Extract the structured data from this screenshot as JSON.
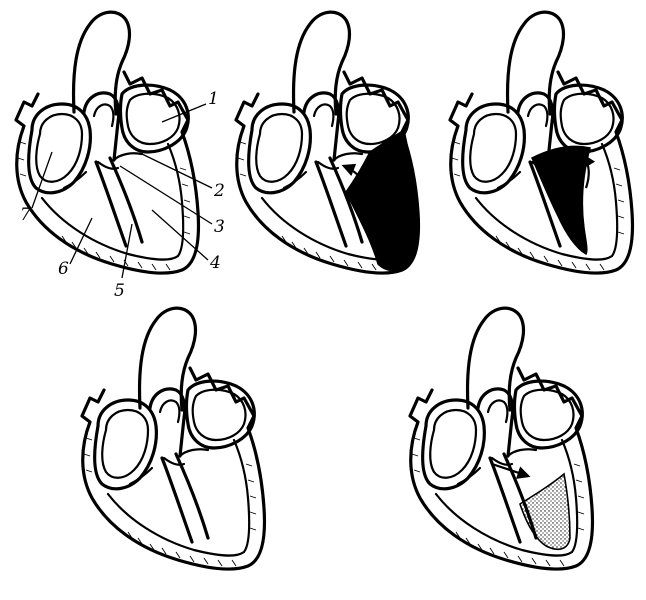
{
  "labels": {
    "l1": "1",
    "l2": "2",
    "l3": "3",
    "l4": "4",
    "l5": "5",
    "l6": "6",
    "l7": "7"
  },
  "colors": {
    "ink": "#000000",
    "paper": "#ffffff"
  },
  "panels": [
    {
      "id": "heart-1",
      "fill": "none"
    },
    {
      "id": "heart-2",
      "fill": "solid-black-septum-wall",
      "arrow": "up-left"
    },
    {
      "id": "heart-3",
      "fill": "solid-black-wedge",
      "arrow": "up-right"
    },
    {
      "id": "heart-4",
      "fill": "none"
    },
    {
      "id": "heart-5",
      "fill": "stippled",
      "arrow": "right"
    }
  ]
}
